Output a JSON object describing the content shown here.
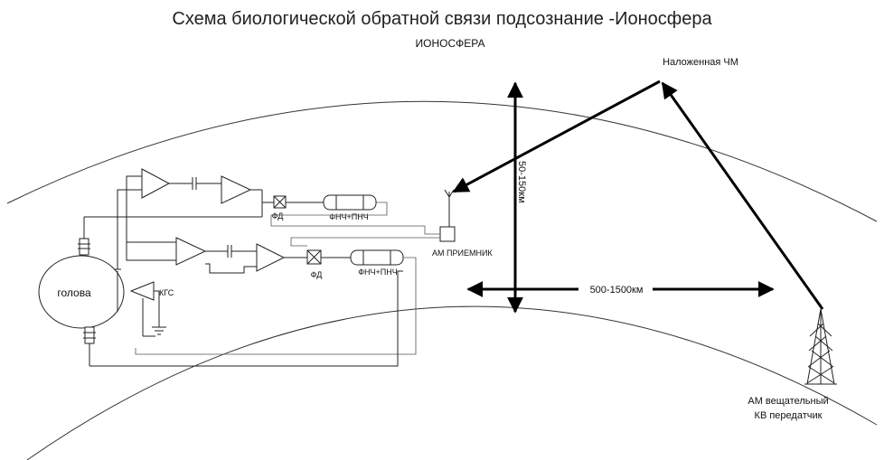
{
  "diagram": {
    "title": "Схема биологической обратной связи подсознание -Ионосфера",
    "ionosphere_label": "ИОНОСФЕРА",
    "overlay_fm_label": "Наложенная ЧМ",
    "height_label": "50-150км",
    "distance_label": "500-1500км",
    "am_receiver_label": "АМ ПРИЕМНИК",
    "head_label": "голова",
    "kgs_label": "КГС",
    "pd_upper_label": "ФД",
    "pd_lower_label": "ФД",
    "filter_upper_label": "ФНЧ+ПНЧ",
    "filter_lower_label": "ФНЧ+ПНЧ",
    "transmitter_line1": "АМ вещательный",
    "transmitter_line2": "КВ передатчик"
  }
}
